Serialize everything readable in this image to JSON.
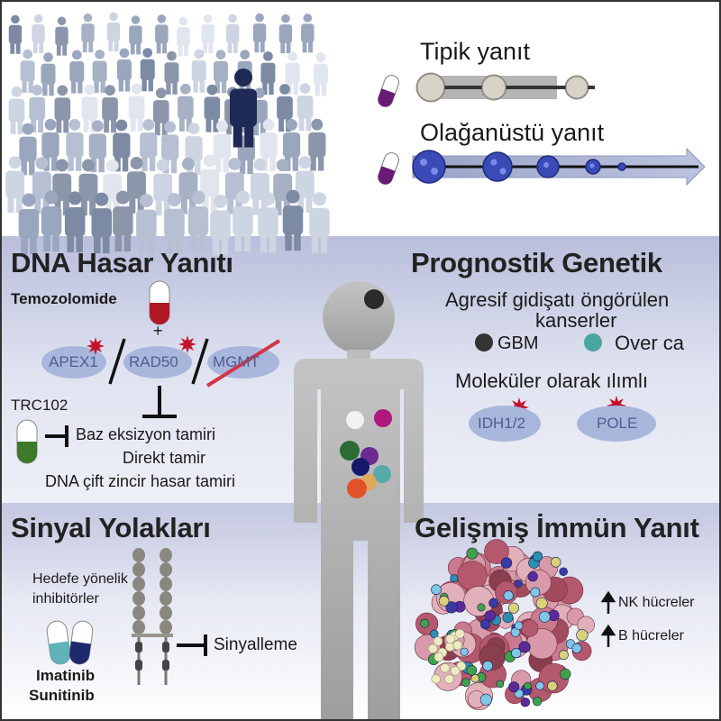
{
  "top": {
    "typical_label": "Tipik yanıt",
    "exceptional_label": "Olağanüstü yanıt"
  },
  "dna_repair": {
    "title": "DNA Hasar Yanıtı",
    "drug": "Temozolomide",
    "plus": "+",
    "targets": [
      "APEX1",
      "RAD50",
      "MGMT"
    ],
    "inhibitor": "TRC102",
    "pathways": [
      "Baz eksizyon tamiri",
      "Direkt tamir",
      "DNA çift zincir hasar tamiri"
    ]
  },
  "prognostic": {
    "title": "Prognostik Genetik",
    "aggressive_label_1": "Agresif gidişatı öngörülen",
    "aggressive_label_2": "kanserler",
    "legend": [
      {
        "label": "GBM",
        "color": "#333333"
      },
      {
        "label": "Over ca",
        "color": "#4aa6a0"
      }
    ],
    "moderate_label": "Moleküler olarak ılımlı",
    "genes": [
      "IDH1/2",
      "POLE"
    ]
  },
  "signaling": {
    "title": "Sinyal Yolakları",
    "inhibitor_label_1": "Hedefe yönelik",
    "inhibitor_label_2": "inhibitörler",
    "drugs": [
      "Imatinib",
      "Sunitinib"
    ],
    "signal_label": "Sinyalleme"
  },
  "immune": {
    "title": "Gelişmiş İmmün Yanıt",
    "cells": [
      "NK hücreler",
      "B hücreler"
    ]
  },
  "colors": {
    "band": "#cfd3e8",
    "capsule_purple": "#6a1b78",
    "capsule_green": "#3c7a2a",
    "capsule_teal": "#5fb3b9",
    "capsule_navy": "#1f2a6e",
    "mutation_star": "#c4122a"
  }
}
